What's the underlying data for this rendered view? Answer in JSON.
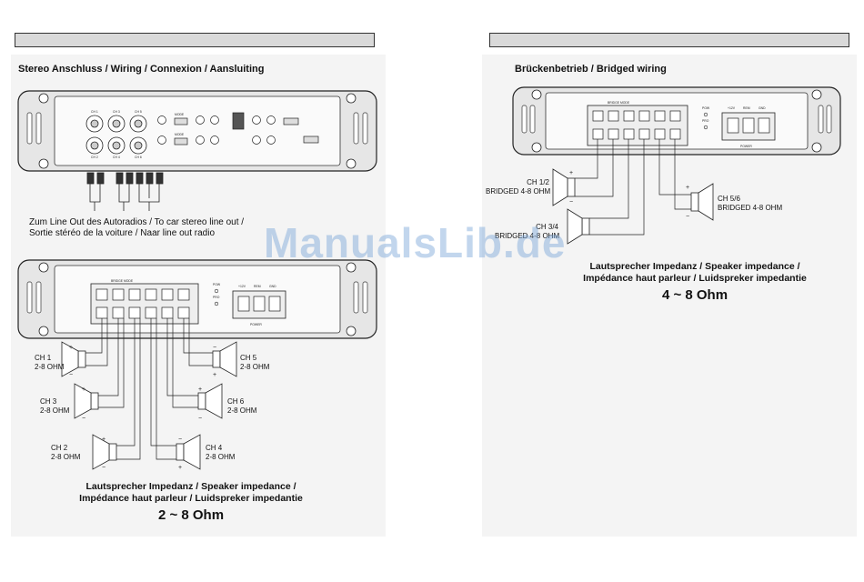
{
  "left": {
    "heading": "Stereo Anschluss / Wiring / Connexion / Aansluiting",
    "line_out_caption": [
      "Zum Line Out des Autoradios / To car stereo line out /",
      "Sortie stéréo de la voiture / Naar line out radio"
    ],
    "impedance": {
      "line1": "Lautsprecher Impedanz / Speaker impedance /",
      "line2": "Impédance haut parleur / Luidspreker impedantie",
      "value": "2 ~ 8 Ohm"
    },
    "speakers": [
      {
        "ch": "CH 1",
        "ohm": "2-8 OHM"
      },
      {
        "ch": "CH 3",
        "ohm": "2-8 OHM"
      },
      {
        "ch": "CH 2",
        "ohm": "2-8 OHM"
      },
      {
        "ch": "CH 5",
        "ohm": "2-8 OHM"
      },
      {
        "ch": "CH 6",
        "ohm": "2-8 OHM"
      },
      {
        "ch": "CH 4",
        "ohm": "2-8 OHM"
      }
    ]
  },
  "right": {
    "heading": "Brückenbetrieb / Bridged wiring",
    "impedance": {
      "line1": "Lautsprecher Impedanz / Speaker impedance /",
      "line2": "Impédance haut parleur / Luidspreker impedantie",
      "value": "4 ~ 8 Ohm"
    },
    "speakers": [
      {
        "ch": "CH 1/2",
        "ohm": "BRIDGED 4-8 OHM"
      },
      {
        "ch": "CH 3/4",
        "ohm": "BRIDGED 4-8 OHM"
      },
      {
        "ch": "CH 5/6",
        "ohm": "BRIDGED 4-8 OHM"
      }
    ]
  },
  "amp_labels": {
    "ch1": "CH 1",
    "ch2": "CH 2",
    "ch3": "CH 3",
    "ch4": "CH 4",
    "ch5": "CH 5",
    "ch6": "CH 6",
    "ch12": "CH 1/2",
    "ch34": "CH 3/4",
    "ch56": "CH 5/6",
    "mode": "MODE",
    "power": "POWER",
    "pow": "POW",
    "pro": "PRO",
    "plus12v": "+12V",
    "rem": "REM",
    "gnd": "GND",
    "bridge_mode": "BRIDGE MODE",
    "plus": "+",
    "minus": "−"
  },
  "watermark": "ManualsLib.de"
}
